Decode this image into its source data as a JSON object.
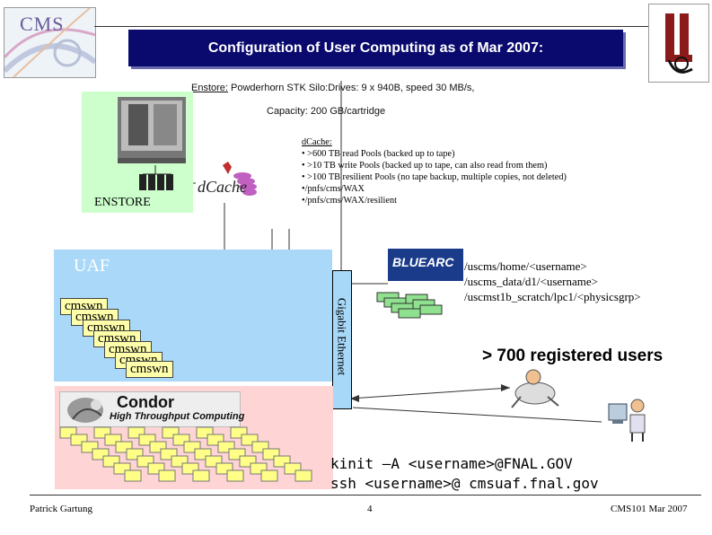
{
  "title": "Configuration of  User Computing as of  Mar 2007:",
  "logos": {
    "cms": "CMS"
  },
  "enstore": {
    "heading": "Enstore:",
    "description": " Powderhorn STK Silo:Drives: 9 x 940B, speed 30 MB/s,",
    "capacity": "Capacity: 200 GB/cartridge",
    "label": "ENSTORE"
  },
  "dcache": {
    "logo_text": "dCache",
    "heading": "dCache:",
    "lines": [
      "• >600  TB read Pools (backed up to tape)",
      "• >10  TB write Pools (backed up to tape, can also read from them)",
      "• >100 TB resilient Pools (no tape backup, multiple copies, not deleted)",
      "•/pnfs/cms/WAX",
      "•/pnfs/cms/WAX/resilient"
    ]
  },
  "uaf": {
    "label": "UAF",
    "nodes": [
      "cmswn",
      "cmswn",
      "cmswn",
      "cmswn",
      "cmswn",
      "cmswn",
      "cmswn"
    ]
  },
  "network": {
    "label": "Gigabit Ethernet"
  },
  "condor": {
    "title": "Condor",
    "subtitle": "High Throughput Computing"
  },
  "storage": {
    "logo_text": "BLUEARC",
    "paths": [
      "/uscms/home/<username>",
      "/uscms_data/d1/<username>",
      "/uscmst1b_scratch/lpc1/<physicsgrp>"
    ]
  },
  "users": {
    "text": "> 700 registered users"
  },
  "commands": [
    "kinit –A <username>@FNAL.GOV",
    "ssh  <username>@ cmsuaf.fnal.gov"
  ],
  "footer": {
    "author": "Patrick Gartung",
    "page": "4",
    "event": "CMS101 Mar 2007"
  },
  "colors": {
    "title_bg": "#0a0a6e",
    "enstore_bg": "#ccffcc",
    "uaf_bg": "#aad8f8",
    "condor_bg": "#ffd4d4",
    "node_bg": "#ffffaa"
  }
}
